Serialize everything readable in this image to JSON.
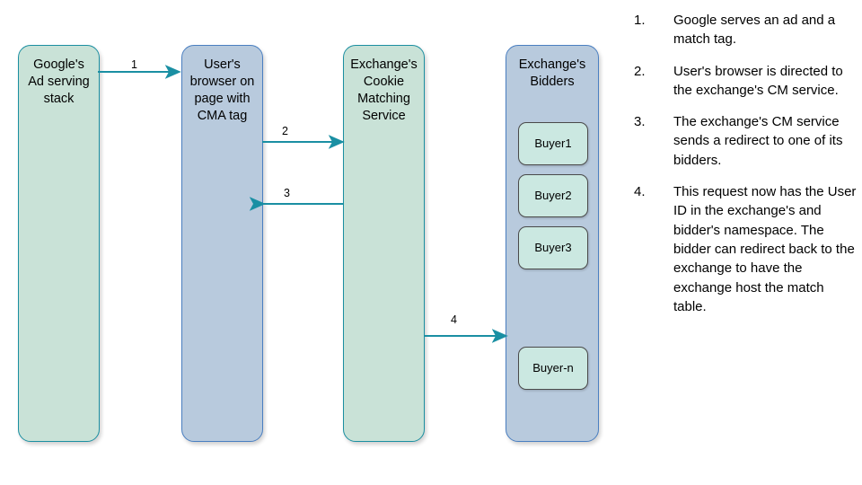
{
  "diagram": {
    "boxes": [
      {
        "id": "google-ad-serving-stack",
        "label": "Google's\nAd serving\nstack",
        "style": "green"
      },
      {
        "id": "user-browser",
        "label": "User's\nbrowser on\npage with\nCMA tag",
        "style": "blue"
      },
      {
        "id": "exchange-cookie-matching-service",
        "label": "Exchange's\nCookie\nMatching\nService",
        "style": "green"
      },
      {
        "id": "exchange-bidders",
        "label": "Exchange's\nBidders",
        "style": "blue"
      }
    ],
    "buyers": [
      {
        "label": "Buyer1"
      },
      {
        "label": "Buyer2"
      },
      {
        "label": "Buyer3"
      },
      {
        "label": "Buyer-n"
      }
    ],
    "arrows": [
      {
        "number": "1",
        "from": "google-ad-serving-stack",
        "to": "user-browser",
        "direction": "right"
      },
      {
        "number": "2",
        "from": "user-browser",
        "to": "exchange-cookie-matching-service",
        "direction": "right"
      },
      {
        "number": "3",
        "from": "exchange-cookie-matching-service",
        "to": "user-browser",
        "direction": "left"
      },
      {
        "number": "4",
        "from": "exchange-cookie-matching-service",
        "to": "exchange-bidders",
        "direction": "right"
      }
    ]
  },
  "steps": [
    {
      "num": "1.",
      "text": "Google serves an ad and a match tag."
    },
    {
      "num": "2.",
      "text": "User's browser is directed to the exchange's CM service."
    },
    {
      "num": "3.",
      "text": "The exchange's CM service sends a redirect to one of its bidders."
    },
    {
      "num": "4.",
      "text": "This request now has the User ID in the exchange's and bidder's namespace. The bidder can redirect back to the exchange to have the exchange host the match table."
    }
  ],
  "colors": {
    "green_fill": "#c9e2d7",
    "green_border": "#1b8fa1",
    "blue_fill": "#b8cadd",
    "blue_border": "#4a7fc1",
    "buyer_fill": "#cbe8e1",
    "buyer_border": "#4a4a4a",
    "arrow": "#1a8fa3",
    "background": "#ffffff",
    "text": "#000000"
  }
}
